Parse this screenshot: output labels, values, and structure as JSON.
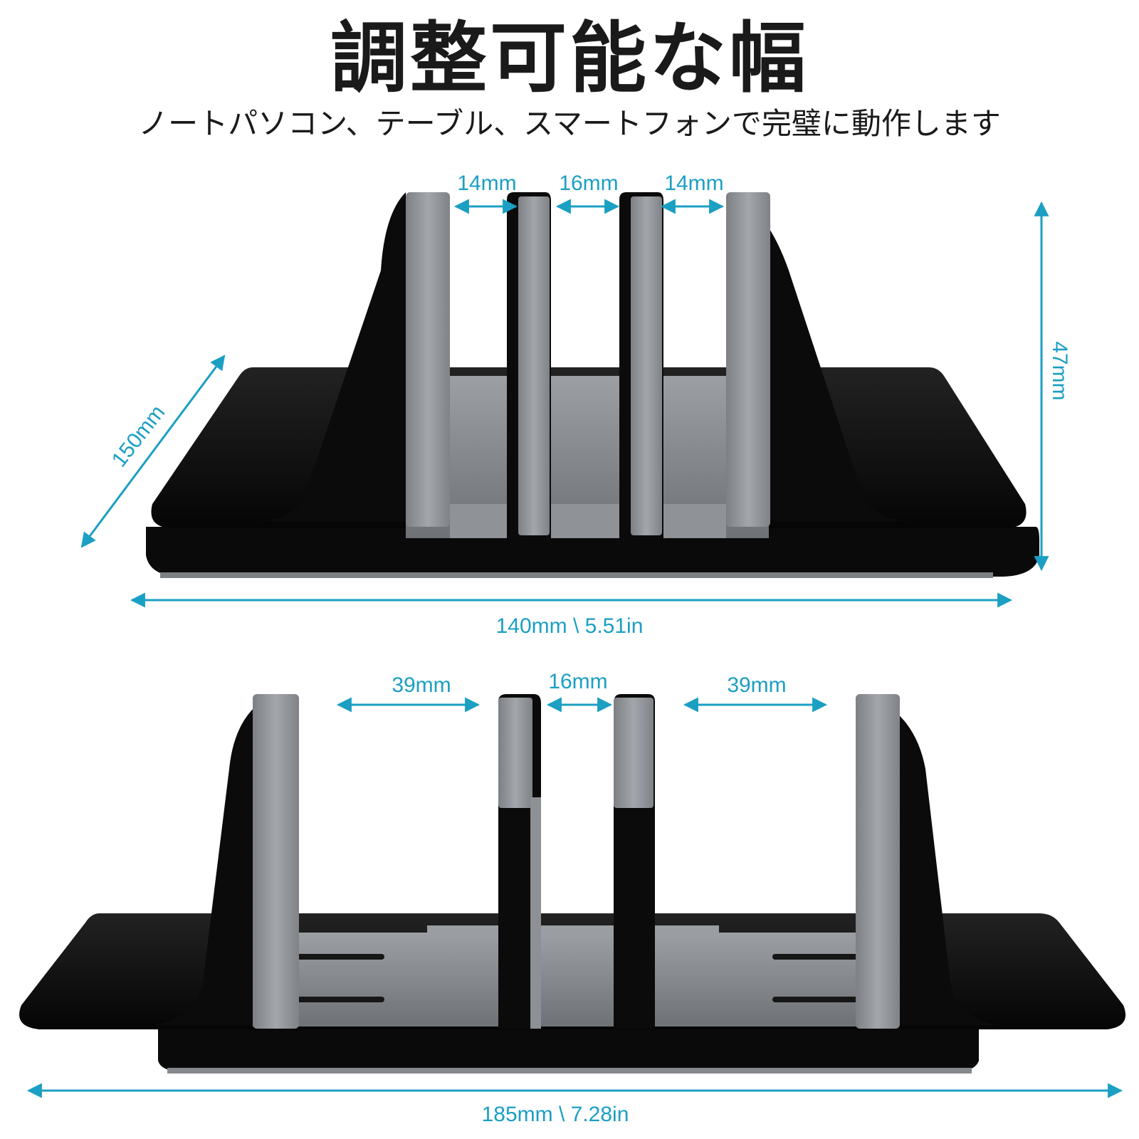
{
  "header": {
    "title": "調整可能な幅",
    "subtitle": "ノートパソコン、テーブル、スマートフォンで完璧に動作します"
  },
  "top_view": {
    "gap_left": "14mm",
    "gap_middle": "16mm",
    "gap_right": "14mm",
    "height": "47mm",
    "depth": "150mm",
    "width": "140mm \\ 5.51in"
  },
  "bottom_view": {
    "gap_left": "39mm",
    "gap_middle": "16mm",
    "gap_right": "39mm",
    "width": "185mm \\ 7.28in"
  },
  "colors": {
    "accent": "#1b9fc3",
    "stand_black": "#0d0d0d",
    "slot_grey": "#8e9196"
  }
}
